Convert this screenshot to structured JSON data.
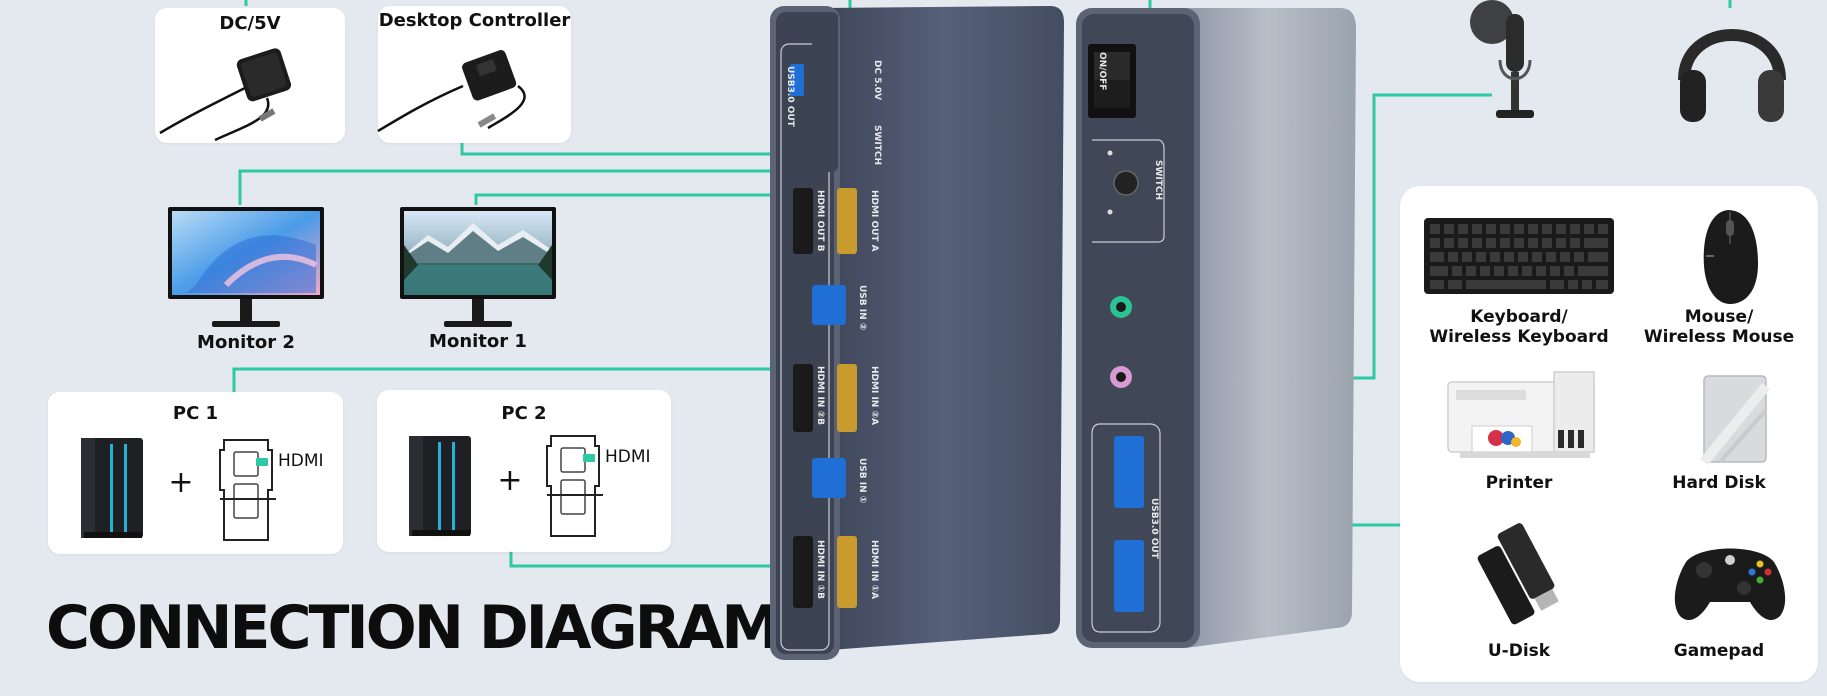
{
  "title": "CONNECTION DIAGRAM",
  "colors": {
    "background": "#e4e9f0",
    "connector": "#2dc9a4",
    "device_body": "#4b5466",
    "device_panel": "#3d4555",
    "usb_blue": "#1f6fd6",
    "hdmi_gold": "#c99a2e"
  },
  "left_devices": {
    "power": {
      "label": "DC/5V"
    },
    "controller": {
      "label": "Desktop Controller"
    },
    "monitor2": {
      "label": "Monitor 2"
    },
    "monitor1": {
      "label": "Monitor 1"
    },
    "pc1": {
      "label": "PC 1",
      "plus": "+",
      "port_label": "HDMI"
    },
    "pc2": {
      "label": "PC 2",
      "plus": "+",
      "port_label": "HDMI"
    }
  },
  "front_panel": {
    "ports": {
      "usb_out": "USB3.0 OUT",
      "dc": "DC 5.0V",
      "switch": "SWITCH",
      "hdmi_out_a": "HDMI OUT A",
      "hdmi_out_b": "HDMI OUT B",
      "usb_in_2": "USB IN ②",
      "hdmi_in_2a": "HDMI IN ②A",
      "hdmi_in_2b": "HDMI IN ②B",
      "usb_in_1": "USB IN ①",
      "hdmi_in_1a": "HDMI IN ①A",
      "hdmi_in_1b": "HDMI IN ①B"
    }
  },
  "back_panel": {
    "ports": {
      "on_off": "ON/OFF",
      "switch": "SWITCH",
      "usb_out": "USB3.0 OUT"
    }
  },
  "right_devices": {
    "keyboard": {
      "line1": "Keyboard/",
      "line2": "Wireless Keyboard"
    },
    "mouse": {
      "line1": "Mouse/",
      "line2": "Wireless Mouse"
    },
    "printer": {
      "label": "Printer"
    },
    "hard_disk": {
      "label": "Hard Disk"
    },
    "u_disk": {
      "label": "U-Disk"
    },
    "gamepad": {
      "label": "Gamepad"
    }
  }
}
